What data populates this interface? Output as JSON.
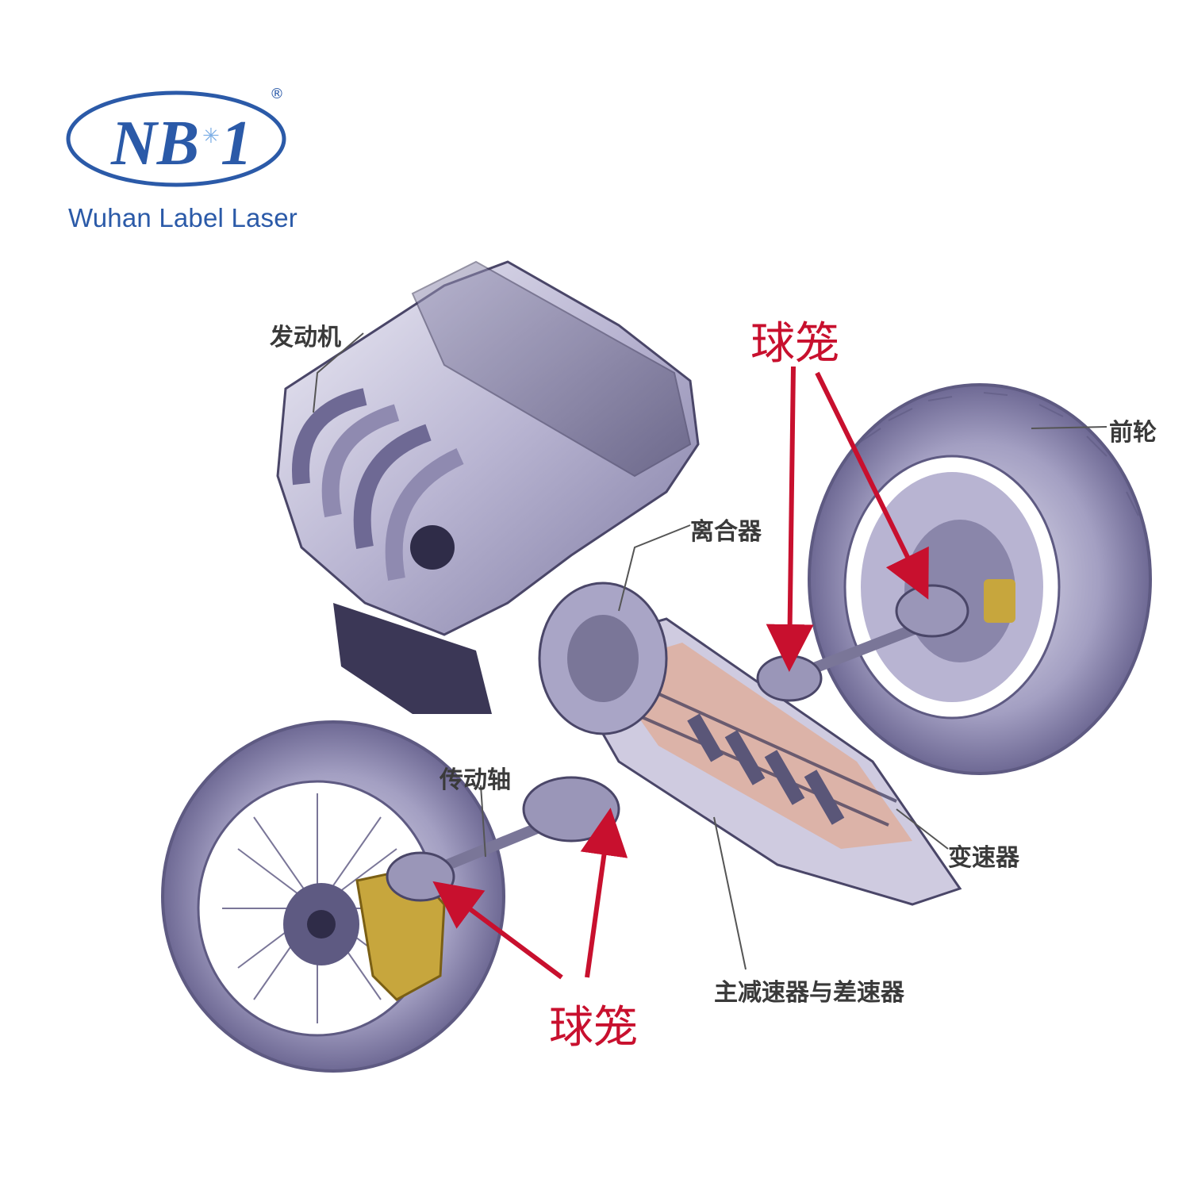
{
  "logo": {
    "wordmark": "NB·1",
    "company": "Wuhan Label Laser",
    "registered_mark": "®",
    "brand_color": "#2b5aa8"
  },
  "labels": {
    "engine": "发动机",
    "clutch": "离合器",
    "front_wheel": "前轮",
    "drive_shaft": "传动轴",
    "transmission": "变速器",
    "final_drive_differential": "主减速器与差速器"
  },
  "callouts": {
    "top": "球笼",
    "bottom": "球笼",
    "color": "#c8102e"
  },
  "colors": {
    "tire": "#8f8ab0",
    "metal": "#c9c6dc",
    "brake_caliper": "#c7a63d"
  }
}
